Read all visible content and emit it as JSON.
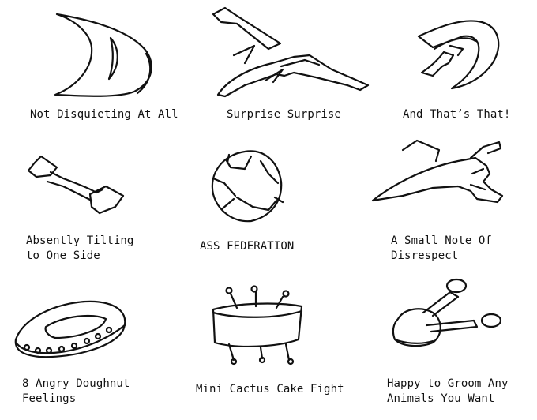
{
  "captions": [
    {
      "lines": [
        "Not Disquieting At All"
      ]
    },
    {
      "lines": [
        "Surprise Surprise"
      ]
    },
    {
      "lines": [
        "And That’s That!"
      ]
    },
    {
      "lines": [
        "Absently Tilting",
        "to One Side"
      ]
    },
    {
      "lines": [
        "ASS FEDERATION"
      ]
    },
    {
      "lines": [
        "A Small Note Of",
        "Disrespect"
      ]
    },
    {
      "lines": [
        "8 Angry Doughnut",
        "Feelings"
      ]
    },
    {
      "lines": [
        "Mini Cactus Cake Fight"
      ]
    },
    {
      "lines": [
        "Happy to Groom Any",
        "Animals You Want"
      ]
    }
  ],
  "icons": [
    "crescent-ship-icon",
    "angular-ship-icon",
    "claw-ship-icon",
    "tilted-ship-icon",
    "round-ship-icon",
    "winged-ship-icon",
    "doughnut-ship-icon",
    "cake-ship-icon",
    "pod-ship-icon"
  ],
  "colors": {
    "ink": "#111111",
    "background": "#ffffff"
  }
}
